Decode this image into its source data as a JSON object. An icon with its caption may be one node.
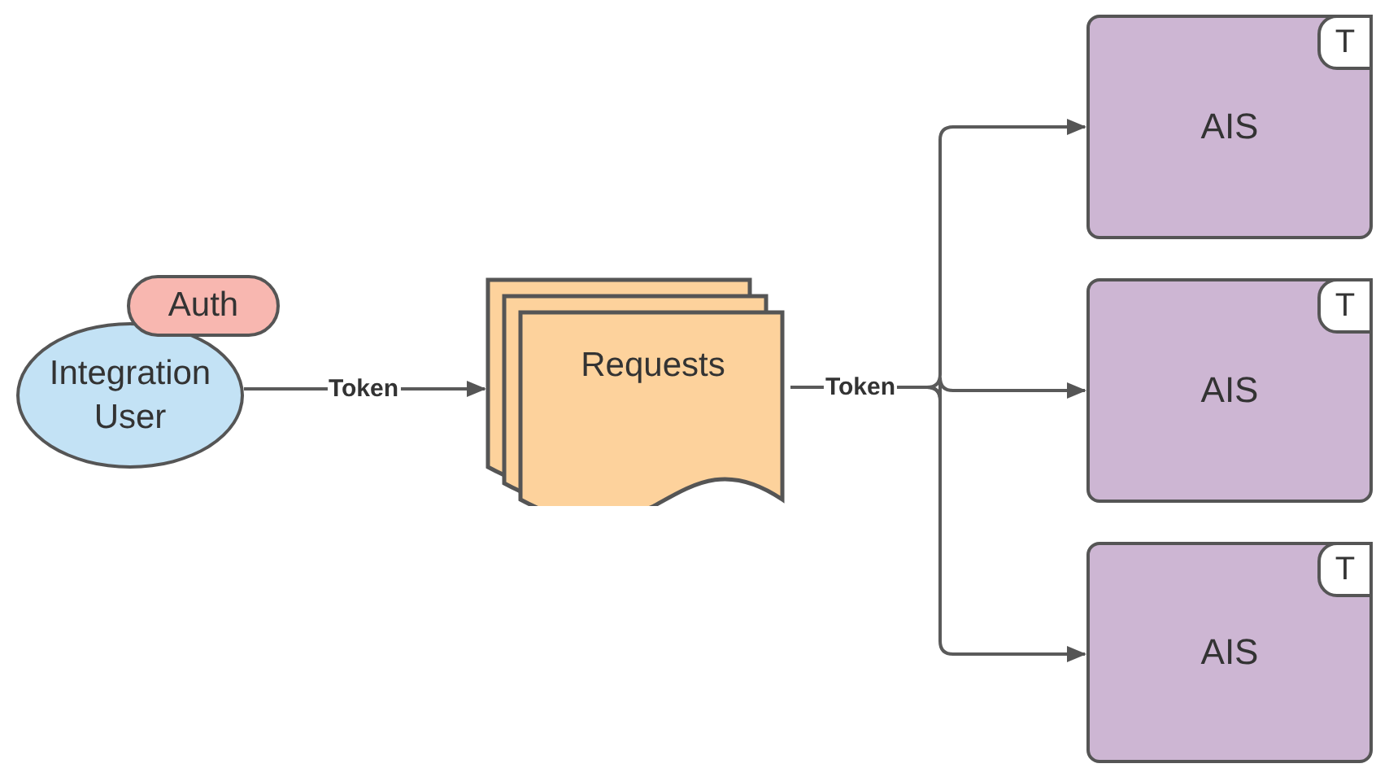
{
  "diagram": {
    "nodes": [
      {
        "text": [
          "Integration User"
        ]
      },
      {
        "text": [
          "Auth"
        ]
      },
      {
        "text": [
          "Requests"
        ]
      },
      {
        "text": [
          "AIS"
        ]
      },
      {
        "text": [
          "T"
        ],
        "in": 3
      },
      {
        "text": [
          "AIS"
        ]
      },
      {
        "text": [
          "T"
        ],
        "in": 5
      },
      {
        "text": [
          "AIS"
        ]
      },
      {
        "text": [
          "T"
        ],
        "in": 7
      }
    ],
    "edges": [
      {
        "from": 0,
        "to": 2,
        "arrow": "to",
        "label": "Token"
      },
      {
        "from": 2,
        "to": 3,
        "arrow": "to"
      },
      {
        "from": 2,
        "to": 5,
        "arrow": "to",
        "label": "Token"
      },
      {
        "from": 2,
        "to": 7,
        "arrow": "to"
      }
    ]
  }
}
